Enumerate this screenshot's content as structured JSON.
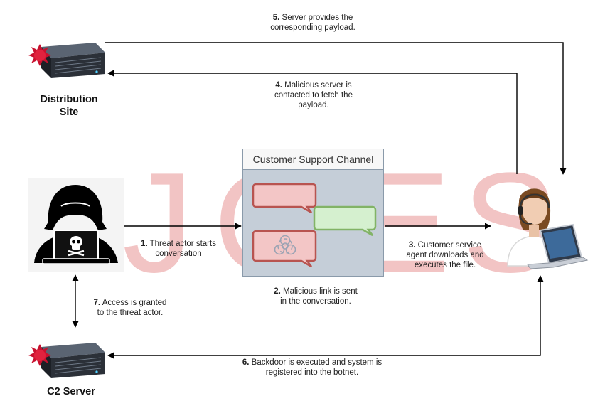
{
  "watermark": {
    "letters": [
      "J",
      "C",
      "E",
      "S"
    ],
    "color": "#f2c4c4"
  },
  "colors": {
    "arrow": "#000000",
    "bubble_red_fill": "#f3c6c6",
    "bubble_red_stroke": "#b85450",
    "bubble_green_fill": "#d5f0cf",
    "bubble_green_stroke": "#82b366",
    "channel_fill": "#c5ced8"
  },
  "nodes": {
    "distribution": {
      "label_line1": "Distribution",
      "label_line2": "Site",
      "icon": "infected-server-icon"
    },
    "c2": {
      "label": "C2 Server",
      "icon": "infected-server-icon"
    },
    "threat_actor": {
      "icon": "hooded-hacker-icon"
    },
    "agent": {
      "icon": "support-agent-laptop-icon"
    },
    "channel": {
      "title": "Customer Support Channel",
      "icon": "biohazard-icon"
    }
  },
  "steps": {
    "s1": {
      "num": "1.",
      "line1": "Threat actor starts",
      "line2": "conversation"
    },
    "s2": {
      "num": "2.",
      "line1": "Malicious link is sent",
      "line2": "in the conversation."
    },
    "s3": {
      "num": "3.",
      "line1": "Customer service",
      "line2": "agent downloads and",
      "line3": "executes the file."
    },
    "s4": {
      "num": "4.",
      "line1": "Malicious server is",
      "line2": "contacted to fetch the",
      "line3": "payload."
    },
    "s5": {
      "num": "5.",
      "line1": "Server provides the",
      "line2": "corresponding payload."
    },
    "s6": {
      "num": "6.",
      "line1": "Backdoor is executed and system is",
      "line2": "registered into the botnet."
    },
    "s7": {
      "num": "7.",
      "line1": "Access is granted",
      "line2": "to the threat actor."
    }
  }
}
